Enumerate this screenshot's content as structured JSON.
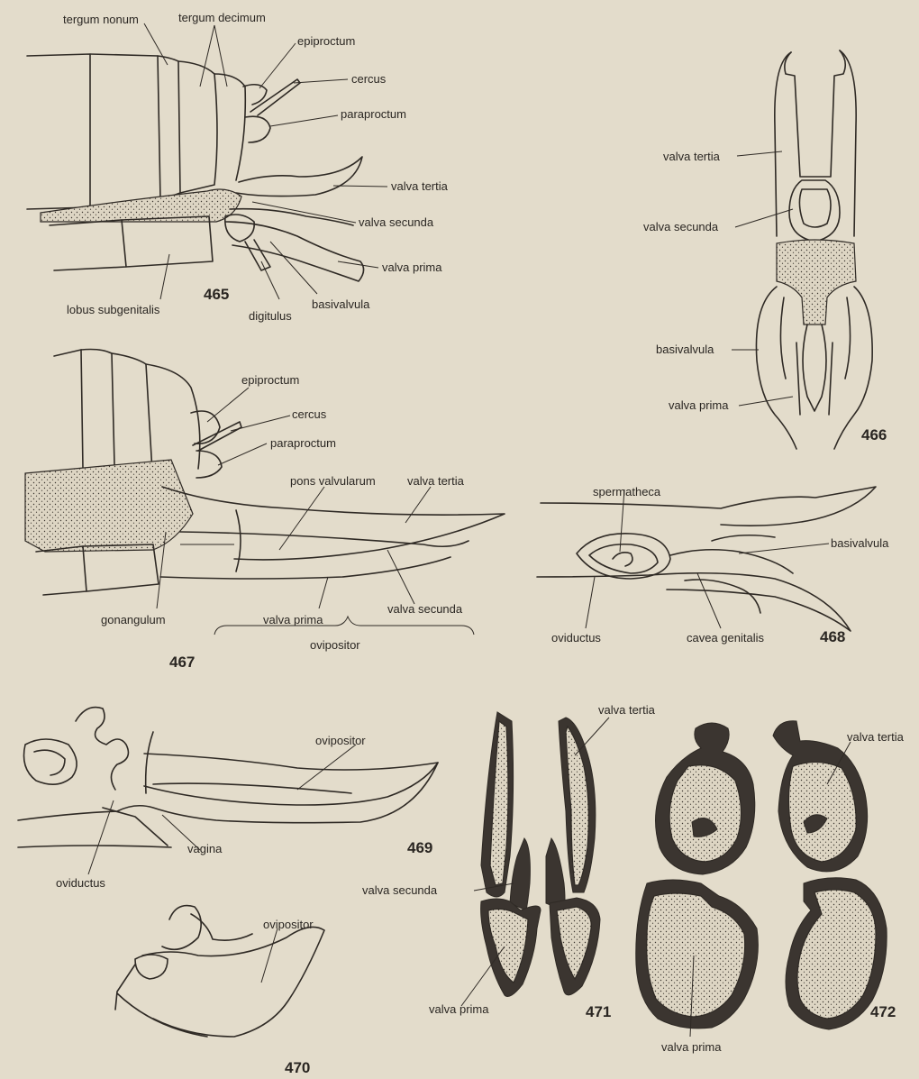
{
  "labels": {
    "tergum_nonum": "tergum nonum",
    "tergum_decimum": "tergum decimum",
    "epiproctum": "epiproctum",
    "cercus": "cercus",
    "paraproctum": "paraproctum",
    "valva_tertia": "valva tertia",
    "valva_secunda": "valva secunda",
    "valva_prima": "valva prima",
    "basivalvula": "basivalvula",
    "digitulus": "digitulus",
    "lobus_subgenitalis": "lobus subgenitalis",
    "pons_valvularum": "pons valvularum",
    "gonangulum": "gonangulum",
    "ovipositor": "ovipositor",
    "spermatheca": "spermatheca",
    "oviductus": "oviductus",
    "cavea_genitalis": "cavea genitalis",
    "vagina": "vagina"
  },
  "figure_numbers": {
    "f465": "465",
    "f466": "466",
    "f467": "467",
    "f468": "468",
    "f469": "469",
    "f470": "470",
    "f471": "471",
    "f472": "472"
  },
  "colors": {
    "paper": "#e3dccb",
    "ink": "#2f2a25"
  }
}
